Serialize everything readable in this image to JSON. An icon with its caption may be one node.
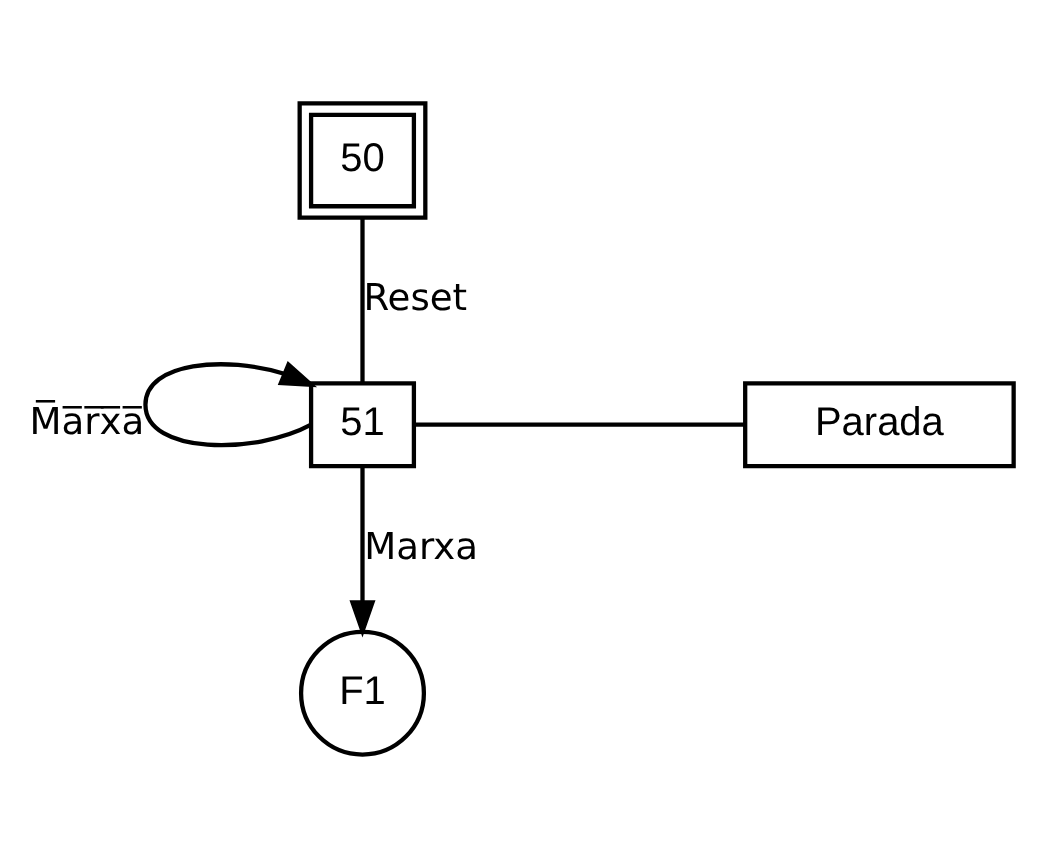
{
  "diagram": {
    "nodes": [
      {
        "text": [
          "50"
        ]
      },
      {
        "text": [
          "51"
        ]
      },
      {
        "text": [
          "Parada"
        ]
      },
      {
        "text": [
          "F1"
        ]
      }
    ],
    "edges": [
      {
        "from": 0,
        "to": 1,
        "label": "Reset",
        "arrow": "none"
      },
      {
        "from": 1,
        "to": 2,
        "arrow": "none"
      },
      {
        "from": 1,
        "to": 1,
        "label": "M̅a̅r̅x̅a̅",
        "arrow": "to"
      },
      {
        "from": 1,
        "to": 3,
        "label": "Marxa",
        "arrow": "to"
      }
    ]
  }
}
